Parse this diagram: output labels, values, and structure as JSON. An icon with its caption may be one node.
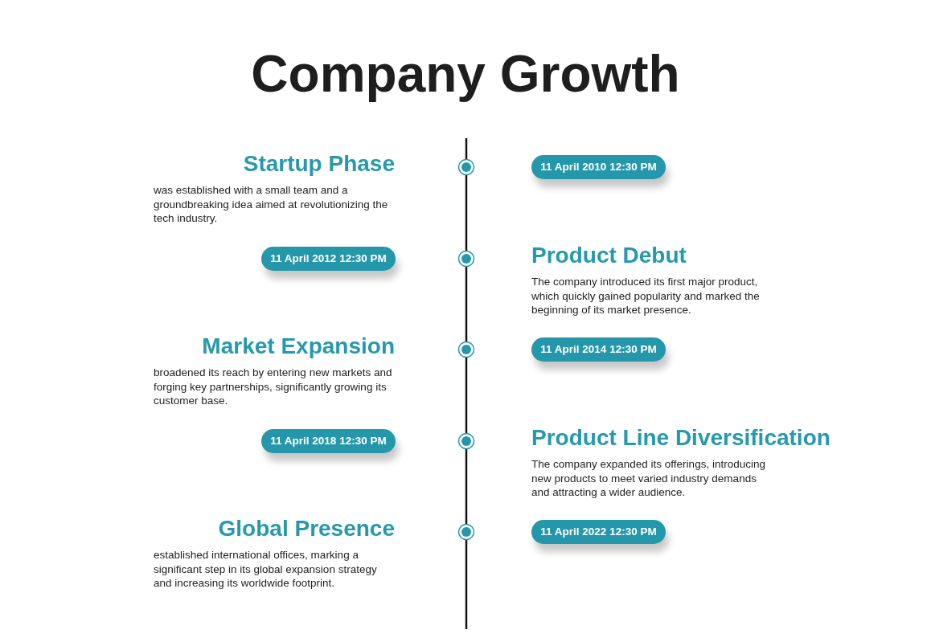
{
  "diagram": {
    "title": "Company Growth",
    "nodes": [
      {
        "text": [
          "Startup Phase",
          "was established with a small team and a groundbreaking idea aimed at revolutionizing the tech industry."
        ]
      },
      {
        "text": [
          "11 April 2010 12:30 PM"
        ]
      },
      {
        "text": [
          "11 April 2012 12:30 PM"
        ]
      },
      {
        "text": [
          "Product Debut",
          "The company introduced its first major product, which quickly gained popularity and marked the beginning of its market presence."
        ]
      },
      {
        "text": [
          "Market Expansion",
          "broadened its reach by entering new markets and forging key partnerships, significantly growing its customer base."
        ]
      },
      {
        "text": [
          "11 April 2014 12:30 PM"
        ]
      },
      {
        "text": [
          "11 April 2018 12:30 PM"
        ]
      },
      {
        "text": [
          "Product Line Diversification",
          "The company expanded its offerings, introducing new products to meet varied industry demands and attracting a wider audience."
        ]
      },
      {
        "text": [
          "Global Presence",
          "established international offices, marking a significant step in its global expansion strategy and increasing its worldwide footprint."
        ]
      },
      {
        "text": [
          "11 April 2022 12:30 PM"
        ]
      }
    ]
  }
}
